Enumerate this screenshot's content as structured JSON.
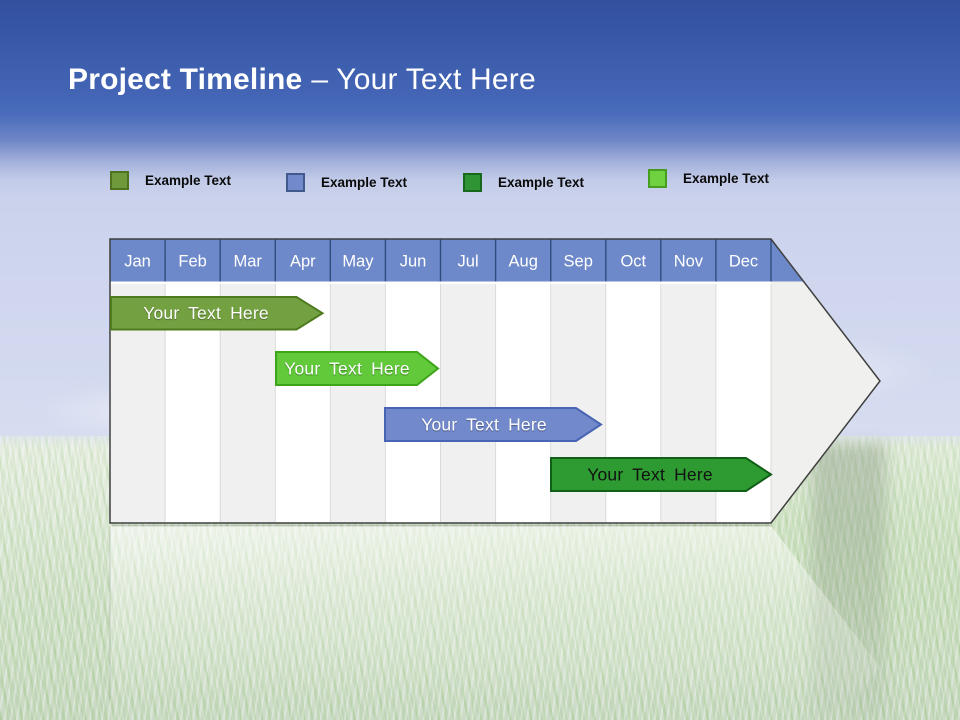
{
  "slide": {
    "title_bold": "Project Timeline",
    "title_rest": "– Your Text Here"
  },
  "legend": {
    "items": [
      {
        "label": "Example Text",
        "color": "#6E9A3B",
        "border": "#4E721F"
      },
      {
        "label": "Example Text",
        "color": "#7289CB",
        "border": "#41598C"
      },
      {
        "label": "Example Text",
        "color": "#2F9433",
        "border": "#17681C"
      },
      {
        "label": "Example Text",
        "color": "#6FD13F",
        "border": "#459E1E"
      }
    ]
  },
  "timeline": {
    "type": "gantt-arrow",
    "months": [
      "Jan",
      "Feb",
      "Mar",
      "Apr",
      "May",
      "Jun",
      "Jul",
      "Aug",
      "Sep",
      "Oct",
      "Nov",
      "Dec"
    ],
    "header_color": "#6E89C9",
    "header_separator_color": "#2F4C7C",
    "bars": [
      {
        "label": "Your Text Here",
        "start": "Jan",
        "end": "Mar",
        "fill": "#73A040",
        "stroke": "#4E7B1E",
        "text_color": "#FFFFFF"
      },
      {
        "label": "Your Text Here",
        "start": "Apr",
        "end": "Jun",
        "fill": "#61C93A",
        "stroke": "#3DA51B",
        "text_color": "#FFFFFF"
      },
      {
        "label": "Your Text Here",
        "start": "Jun",
        "end": "Sep",
        "fill": "#7289CB",
        "stroke": "#4765B2",
        "text_color": "#FFFFFF"
      },
      {
        "label": "Your Text Here",
        "start": "Sep",
        "end": "Dec",
        "fill": "#2E9B32",
        "stroke": "#0F5F16",
        "text_color": "#111111"
      }
    ]
  },
  "colors": {
    "sky_top": "#31509E",
    "sky_mid": "#4A6CBB",
    "sky_pale": "#D2D9EF",
    "grass": "#CBDCC5",
    "table_outline": "#3F3F3F",
    "column_alt": "#F0F0F0",
    "title_text": "#FFFFFF"
  }
}
